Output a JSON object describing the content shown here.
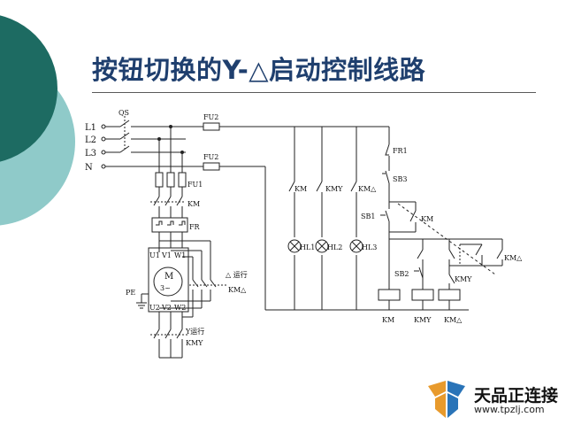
{
  "slide": {
    "title": "按钮切换的Y-△启动控制线路",
    "colors": {
      "title": "#1f3f6e",
      "circle_dark": "#1d6b62",
      "circle_light": "#8fcac9",
      "wire": "#222222"
    }
  },
  "diagram": {
    "labels": {
      "L1": "L1",
      "L2": "L2",
      "L3": "L3",
      "N": "N",
      "QS": "QS",
      "FU2_top": "FU2",
      "FU2_bot": "FU2",
      "FU1": "FU1",
      "KM_main": "KM",
      "FR_heat": "FR",
      "U1": "U1",
      "V1": "V1",
      "W1": "W1",
      "U2": "U2",
      "V2": "V2",
      "W2": "W2",
      "motor_M": "M",
      "motor_3": "3~",
      "PE": "PE",
      "delta_run": "△ 运行",
      "km_delta_main": "KM△",
      "y_run": "Y运行",
      "km_y_main": "KMY",
      "c_KM": "KM",
      "c_KMY": "KMY",
      "c_KMD": "KM△",
      "HL1": "HL1",
      "HL2": "HL2",
      "HL3": "HL3",
      "FR1": "FR1",
      "SB3": "SB3",
      "SB1": "SB1",
      "KM_hold": "KM",
      "KM_delta_hold": "KM△",
      "SB2": "SB2",
      "KMY_interlock": "KMY",
      "coil_KM": "KM",
      "coil_KMY": "KMY",
      "coil_KMD": "KM△"
    }
  },
  "logo": {
    "name": "天品正连接",
    "url": "www.tpzlj.com",
    "icon": "cube-logo-icon",
    "colors": {
      "orange": "#e89a2c",
      "blue": "#2a74b8"
    }
  }
}
